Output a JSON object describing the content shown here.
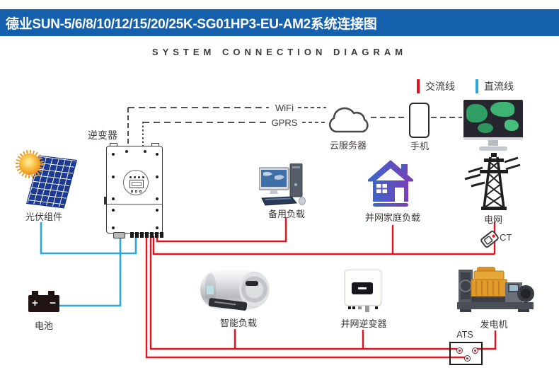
{
  "header": {
    "title": "德业SUN-5/6/8/10/12/15/20/25K-SG01HP3-EU-AM2系统连接图",
    "bg_color": "#1560ad"
  },
  "subtitle": "SYSTEM CONNECTION DIAGRAM",
  "legend": {
    "ac": {
      "label": "交流线",
      "color": "#e8101c"
    },
    "dc": {
      "label": "直流线",
      "color": "#29a8e0"
    }
  },
  "links": {
    "wifi": "WiFi",
    "gprs": "GPRS"
  },
  "nodes": {
    "inverter": {
      "label": "逆变器"
    },
    "pv": {
      "label": "光伏组件"
    },
    "battery": {
      "label": "电池",
      "plus": "+",
      "minus": "−"
    },
    "cloud": {
      "label": "云服务器"
    },
    "phone": {
      "label": "手机"
    },
    "backup_load": {
      "label": "备用负载"
    },
    "home_load": {
      "label": "并网家庭负载"
    },
    "grid": {
      "label": "电网"
    },
    "ct": {
      "label": "CT"
    },
    "smart_load": {
      "label": "智能负载"
    },
    "grid_tie_inverter": {
      "label": "并网逆变器"
    },
    "generator": {
      "label": "发电机"
    },
    "ats": {
      "label": "ATS"
    }
  }
}
